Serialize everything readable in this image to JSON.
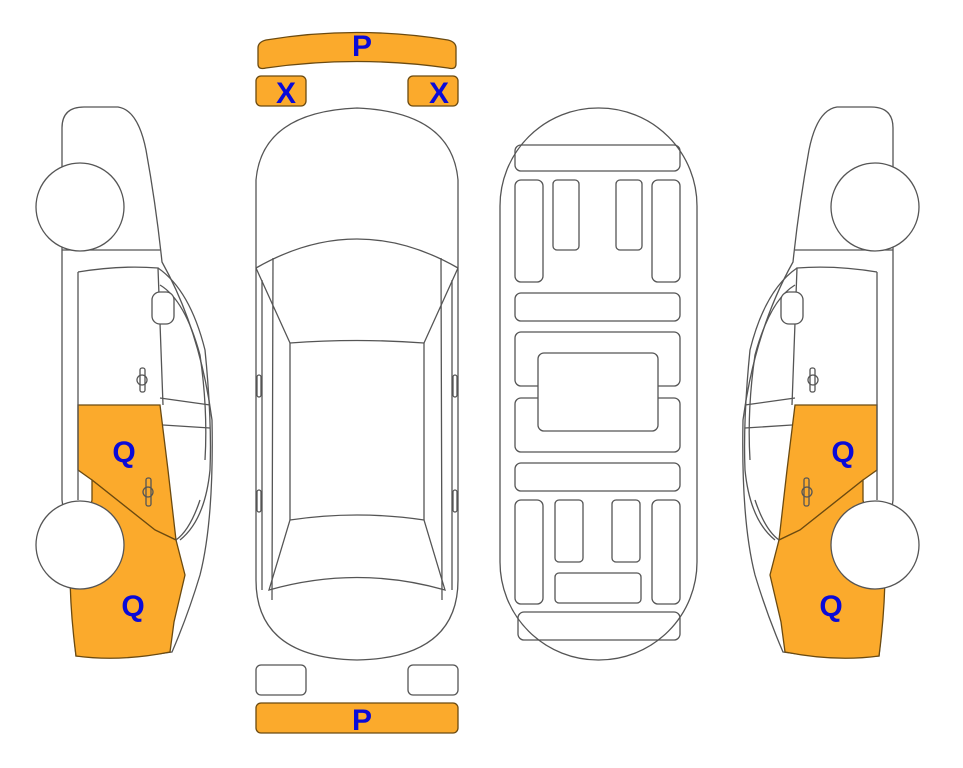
{
  "diagram": {
    "type": "vehicle damage diagram",
    "colors": {
      "damage_fill": "#FBAA2C",
      "label": "#0a0ad8",
      "outline": "#555555"
    },
    "front_bumper": {
      "label": "P"
    },
    "headlight_left": {
      "label": "X"
    },
    "headlight_right": {
      "label": "X"
    },
    "rear_bumper": {
      "label": "P"
    },
    "left_side_rear_door": {
      "label": "Q"
    },
    "left_side_rear_quarter": {
      "label": "Q"
    },
    "right_side_rear_door": {
      "label": "Q"
    },
    "right_side_rear_quarter": {
      "label": "Q"
    }
  }
}
